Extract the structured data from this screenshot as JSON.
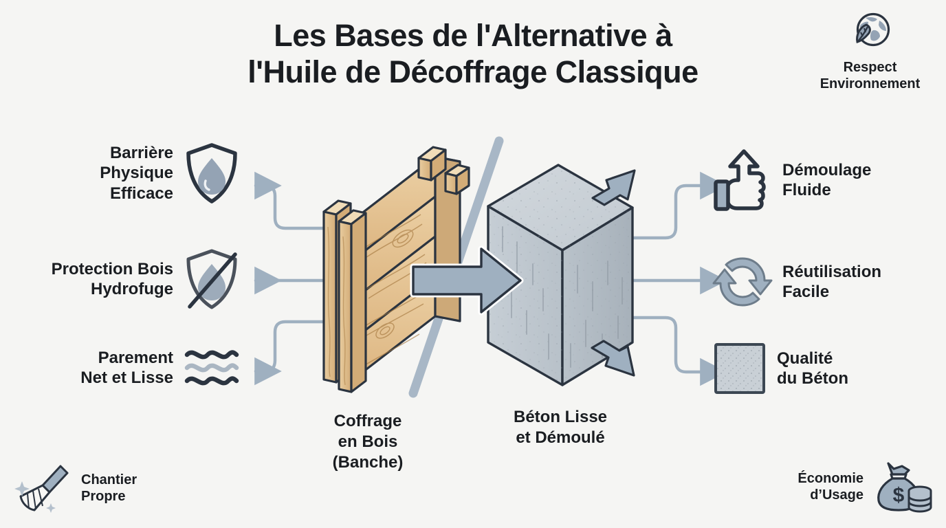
{
  "theme": {
    "background": "#f5f5f3",
    "text_dark": "#1a1d21",
    "ink": "#2b3440",
    "steel": "#94a3b4",
    "steel_light": "#b4c0cc",
    "concrete_light": "#c9d0d6",
    "concrete_mid": "#b4bcc4",
    "concrete_dark": "#9aa3ac",
    "wood_light": "#e8c79a",
    "wood_mid": "#dcb583",
    "wood_dark": "#c79a62"
  },
  "header": {
    "title_line1": "Les Bases de l'Alternative à",
    "title_line2": "l'Huile de Décoffrage Classique"
  },
  "badges": {
    "environment": {
      "icon": "globe-leaf-icon",
      "line1": "Respect",
      "line2": "Environnement"
    },
    "clean_site": {
      "icon": "broom-sparkle-icon",
      "line1": "Chantier",
      "line2": "Propre"
    },
    "economy": {
      "icon": "money-bag-coins-icon",
      "line1": "Économie",
      "line2": "d’Usage"
    }
  },
  "features_left": [
    {
      "id": "barriere",
      "icon": "shield-droplet-icon",
      "line1": "Barrière",
      "line2": "Physique",
      "line3": "Efficace"
    },
    {
      "id": "protection",
      "icon": "shield-droplet-slash-icon",
      "line1": "Protection Bois",
      "line2": "Hydrofuge",
      "line3": ""
    },
    {
      "id": "parement",
      "icon": "smooth-waves-icon",
      "line1": "Parement",
      "line2": "Net et Lisse",
      "line3": ""
    }
  ],
  "features_right": [
    {
      "id": "demoulage",
      "icon": "thumbs-up-arrow-icon",
      "line1": "Démoulage",
      "line2": "Fluide"
    },
    {
      "id": "reutilisation",
      "icon": "recycle-arrows-icon",
      "line1": "Réutilisation",
      "line2": "Facile"
    },
    {
      "id": "qualite",
      "icon": "concrete-swatch-icon",
      "line1": "Qualité",
      "line2": "du Béton"
    }
  ],
  "center": {
    "wood_caption": {
      "line1": "Coffrage",
      "line2": "en Bois",
      "line3": "(Banche)"
    },
    "concrete_caption": {
      "line1": "Béton Lisse",
      "line2": "et Démoulé"
    },
    "wood_object": "wood-formwork-panel-icon",
    "concrete_object": "concrete-block-icon",
    "transform_arrow": "right-arrow-icon",
    "divider": "diagonal-divider-line"
  }
}
